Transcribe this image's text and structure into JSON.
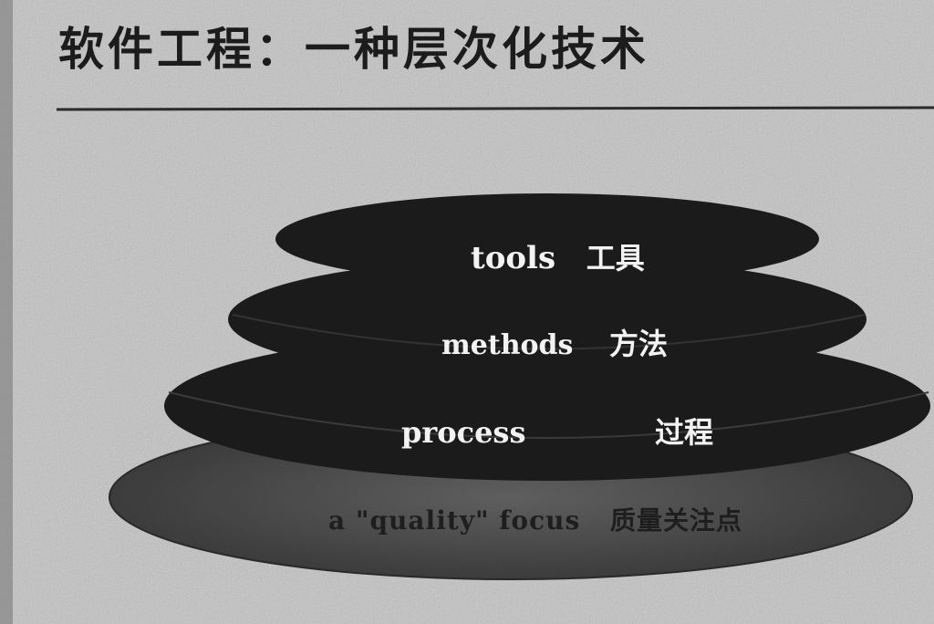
{
  "title": "软件工程：一种层次化技术",
  "layers": [
    {
      "en": "tools",
      "zh": "工具"
    },
    {
      "en": "methods",
      "zh": "方法"
    },
    {
      "en": "process",
      "zh": "过程"
    },
    {
      "en": "a \"quality\" focus",
      "zh": "质量关注点"
    }
  ],
  "colors": {
    "background": "#bdbdbd",
    "layer_fill": "#1b1b1b",
    "base_fill": "#4a4a4a",
    "text_light": "#f2f2f2",
    "text_dark": "#1e1e1e"
  }
}
